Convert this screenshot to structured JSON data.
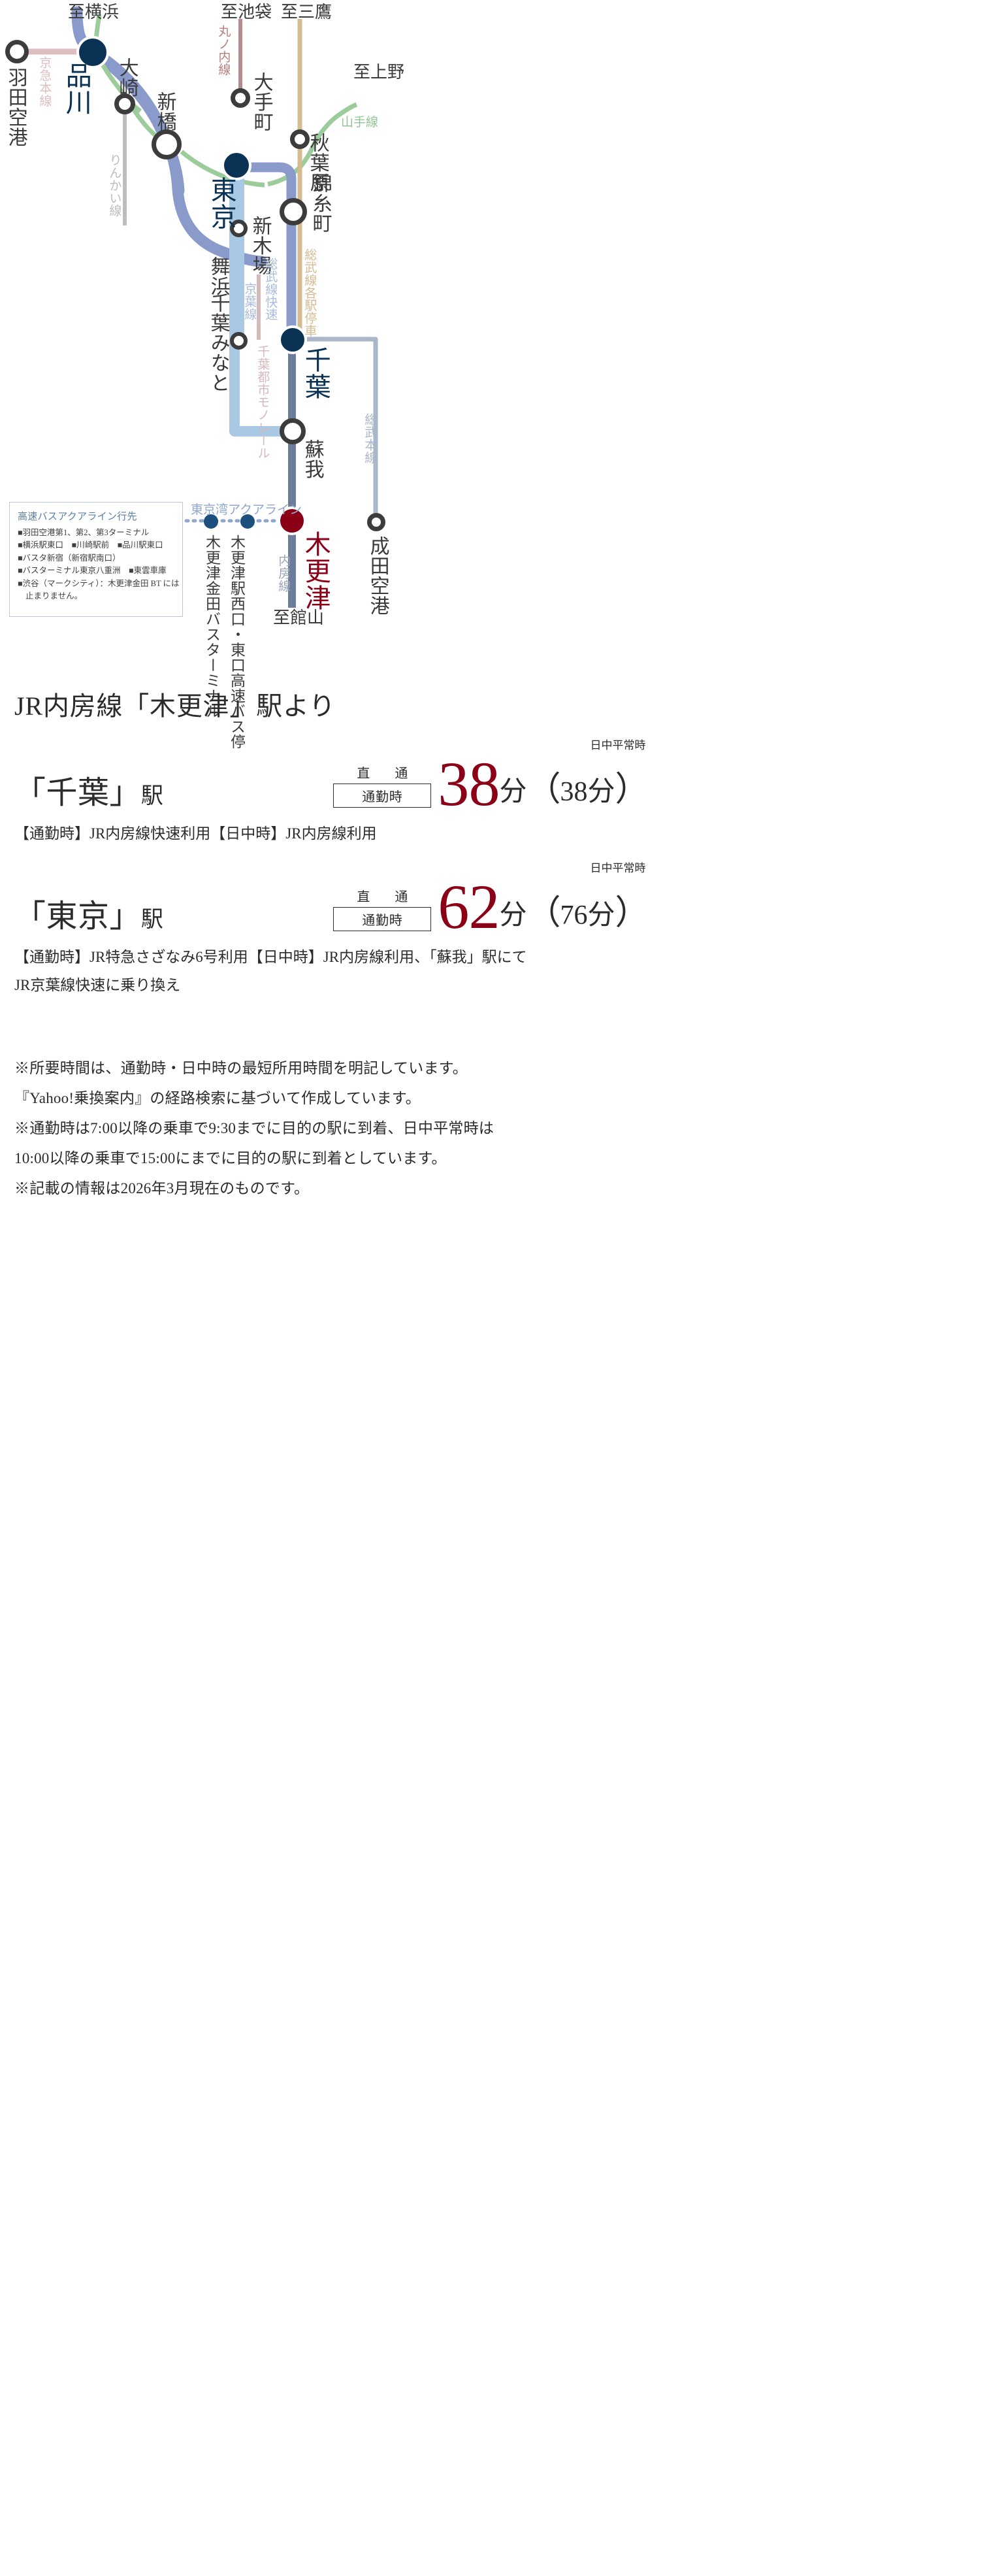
{
  "map": {
    "destinations": {
      "yokohama": "至横浜",
      "ikebukuro": "至池袋",
      "mitaka": "至三鷹",
      "ueno": "至上野",
      "tateyama": "至館山"
    },
    "stations": {
      "haneda": "羽田空港",
      "shinagawa": "品川",
      "osaki": "大崎",
      "shimbashi": "新橋",
      "otemachi": "大手町",
      "tokyo": "東京",
      "akihabara": "秋葉原",
      "kinshicho": "錦糸町",
      "shinkiba": "新木場",
      "maihama": "舞浜",
      "chibaminato": "千葉みなと",
      "chiba": "千葉",
      "soga": "蘇我",
      "kisarazu": "木更津",
      "narita": "成田空港",
      "kisarazu_nishiguchi": "木更津駅西口・東口高速バス停",
      "kisarazu_kaneda": "木更津金田バスターミナル"
    },
    "lines": {
      "keikyu": "京急本線",
      "marunouchi": "丸ノ内線",
      "yamanote": "山手線",
      "rinkai": "りんかい線",
      "keiyo": "京葉線",
      "sobu_kaisoku": "総武線快速",
      "sobu_kakueki": "総武線各駅停車",
      "chiba_monorail": "千葉都市モノレール",
      "sobu_honsen": "総武本線",
      "uchibo": "内房線",
      "aqualine": "東京湾アクアライン"
    },
    "legend": {
      "title": "高速バスアクアライン行先",
      "items": [
        "■羽田空港第1、第2、第3ターミナル",
        "■横浜駅東口　■川崎駅前　■品川駅東口",
        "■バスタ新宿（新宿駅南口）",
        "■バスターミナル東京八重洲　■東雲車庫",
        "■渋谷（マークシティ）：木更津金田 BT には",
        "止まりません。"
      ]
    },
    "colors": {
      "station_major": "#0a3255",
      "station_terminal": "#8b0016",
      "tokaido": "#8a9bcb",
      "yamanote": "#9ccc9c",
      "marunouchi": "#b58a8a",
      "chuo": "#d4bb91",
      "keiyo": "#a8c8e3",
      "keikyu": "#dcbfc0",
      "rinkai": "#bdbdbd"
    }
  },
  "access": {
    "heading": "JR内房線「木更津」駅より",
    "routes": [
      {
        "station": "「千葉」",
        "station_suffix": "駅",
        "badge_top": "直　通",
        "badge_box": "通勤時",
        "minutes": "38",
        "min_unit": "分",
        "paren_open": "（",
        "paren_value": "38分",
        "paren_close": "）",
        "note_small": "日中平常時",
        "detail": "【通勤時】JR内房線快速利用【日中時】JR内房線利用",
        "detail2": ""
      },
      {
        "station": "「東京」",
        "station_suffix": "駅",
        "badge_top": "直　通",
        "badge_box": "通勤時",
        "minutes": "62",
        "min_unit": "分",
        "paren_open": "（",
        "paren_value": "76分",
        "paren_close": "）",
        "note_small": "日中平常時",
        "detail": "【通勤時】JR特急さざなみ6号利用【日中時】JR内房線利用、「蘇我」駅にて",
        "detail2": "JR京葉線快速に乗り換え"
      }
    ],
    "footnotes": [
      "※所要時間は、通勤時・日中時の最短所用時間を明記しています。",
      "『Yahoo!乗換案内』の経路検索に基づいて作成しています。",
      "※通勤時は7:00以降の乗車で9:30までに目的の駅に到着、日中平常時は",
      "10:00以降の乗車で15:00にまでに目的の駅に到着としています。",
      "※記載の情報は2026年3月現在のものです。"
    ]
  }
}
